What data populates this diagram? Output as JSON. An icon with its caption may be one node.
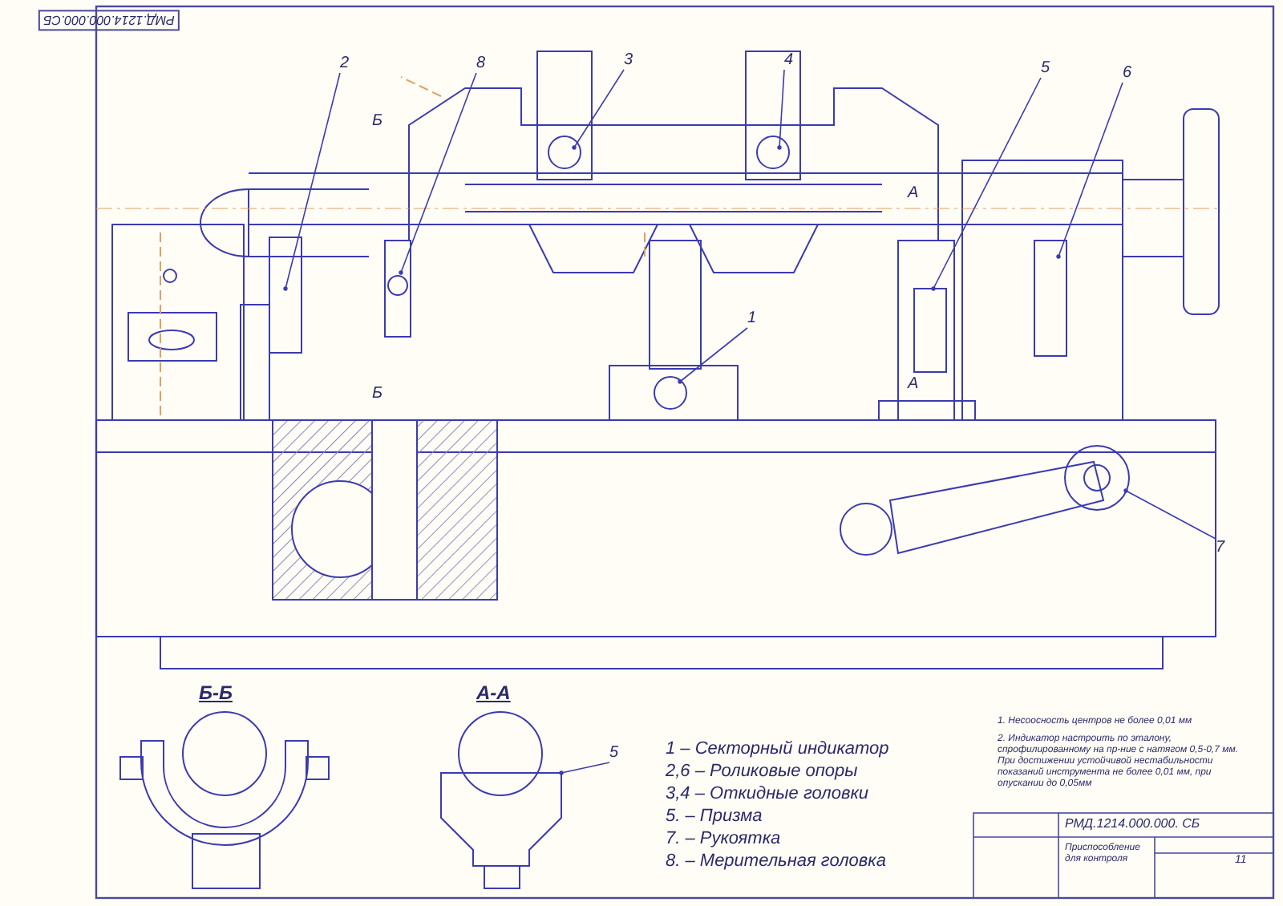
{
  "diagram": {
    "nodes": [
      {
        "text": [
          "2"
        ]
      },
      {
        "text": [
          "8"
        ]
      },
      {
        "text": [
          "3"
        ]
      },
      {
        "text": [
          "4"
        ]
      },
      {
        "text": [
          "5"
        ]
      },
      {
        "text": [
          "6"
        ]
      },
      {
        "text": [
          "1"
        ]
      },
      {
        "text": [
          "7"
        ]
      },
      {
        "text": [
          "5"
        ]
      },
      {
        "text": [],
        "shape": "picture"
      }
    ],
    "edges": [
      {
        "from": 0,
        "to": null,
        "arrow": "other"
      },
      {
        "from": 1,
        "to": null,
        "arrow": "other"
      },
      {
        "from": 2,
        "to": null,
        "arrow": "other"
      },
      {
        "from": 3,
        "to": null,
        "arrow": "other"
      },
      {
        "from": 4,
        "to": null,
        "arrow": "other"
      },
      {
        "from": 5,
        "to": null,
        "arrow": "other"
      },
      {
        "from": 6,
        "to": null,
        "arrow": "other"
      },
      {
        "from": 7,
        "to": null,
        "arrow": "other"
      },
      {
        "from": 8,
        "to": 9,
        "arrow": "other"
      }
    ],
    "labels": [
      "РМД.1214.000.000.СБ",
      "Б",
      "А",
      "Б",
      "А",
      "Б-Б",
      "А-А",
      "1 – Секторный индикатор",
      "2,6 – Роликовые опоры",
      "3,4 – Откидные головки",
      "5. – Призма",
      "7. – Рукоятка",
      "8. – Мерительная головка",
      "1. Несоосность центров не более 0,01 мм",
      "2. Индикатор настроить по эталону, спрофилированному на пр-ние с натягом 0,5-0,7 мм. При достижении устойчивой нестабильности показаний инструмента не более 0,01 мм, при опускании до 0,05мм",
      "РМД.1214.000.000. СБ",
      "Приспособление для контроля",
      "11"
    ]
  }
}
